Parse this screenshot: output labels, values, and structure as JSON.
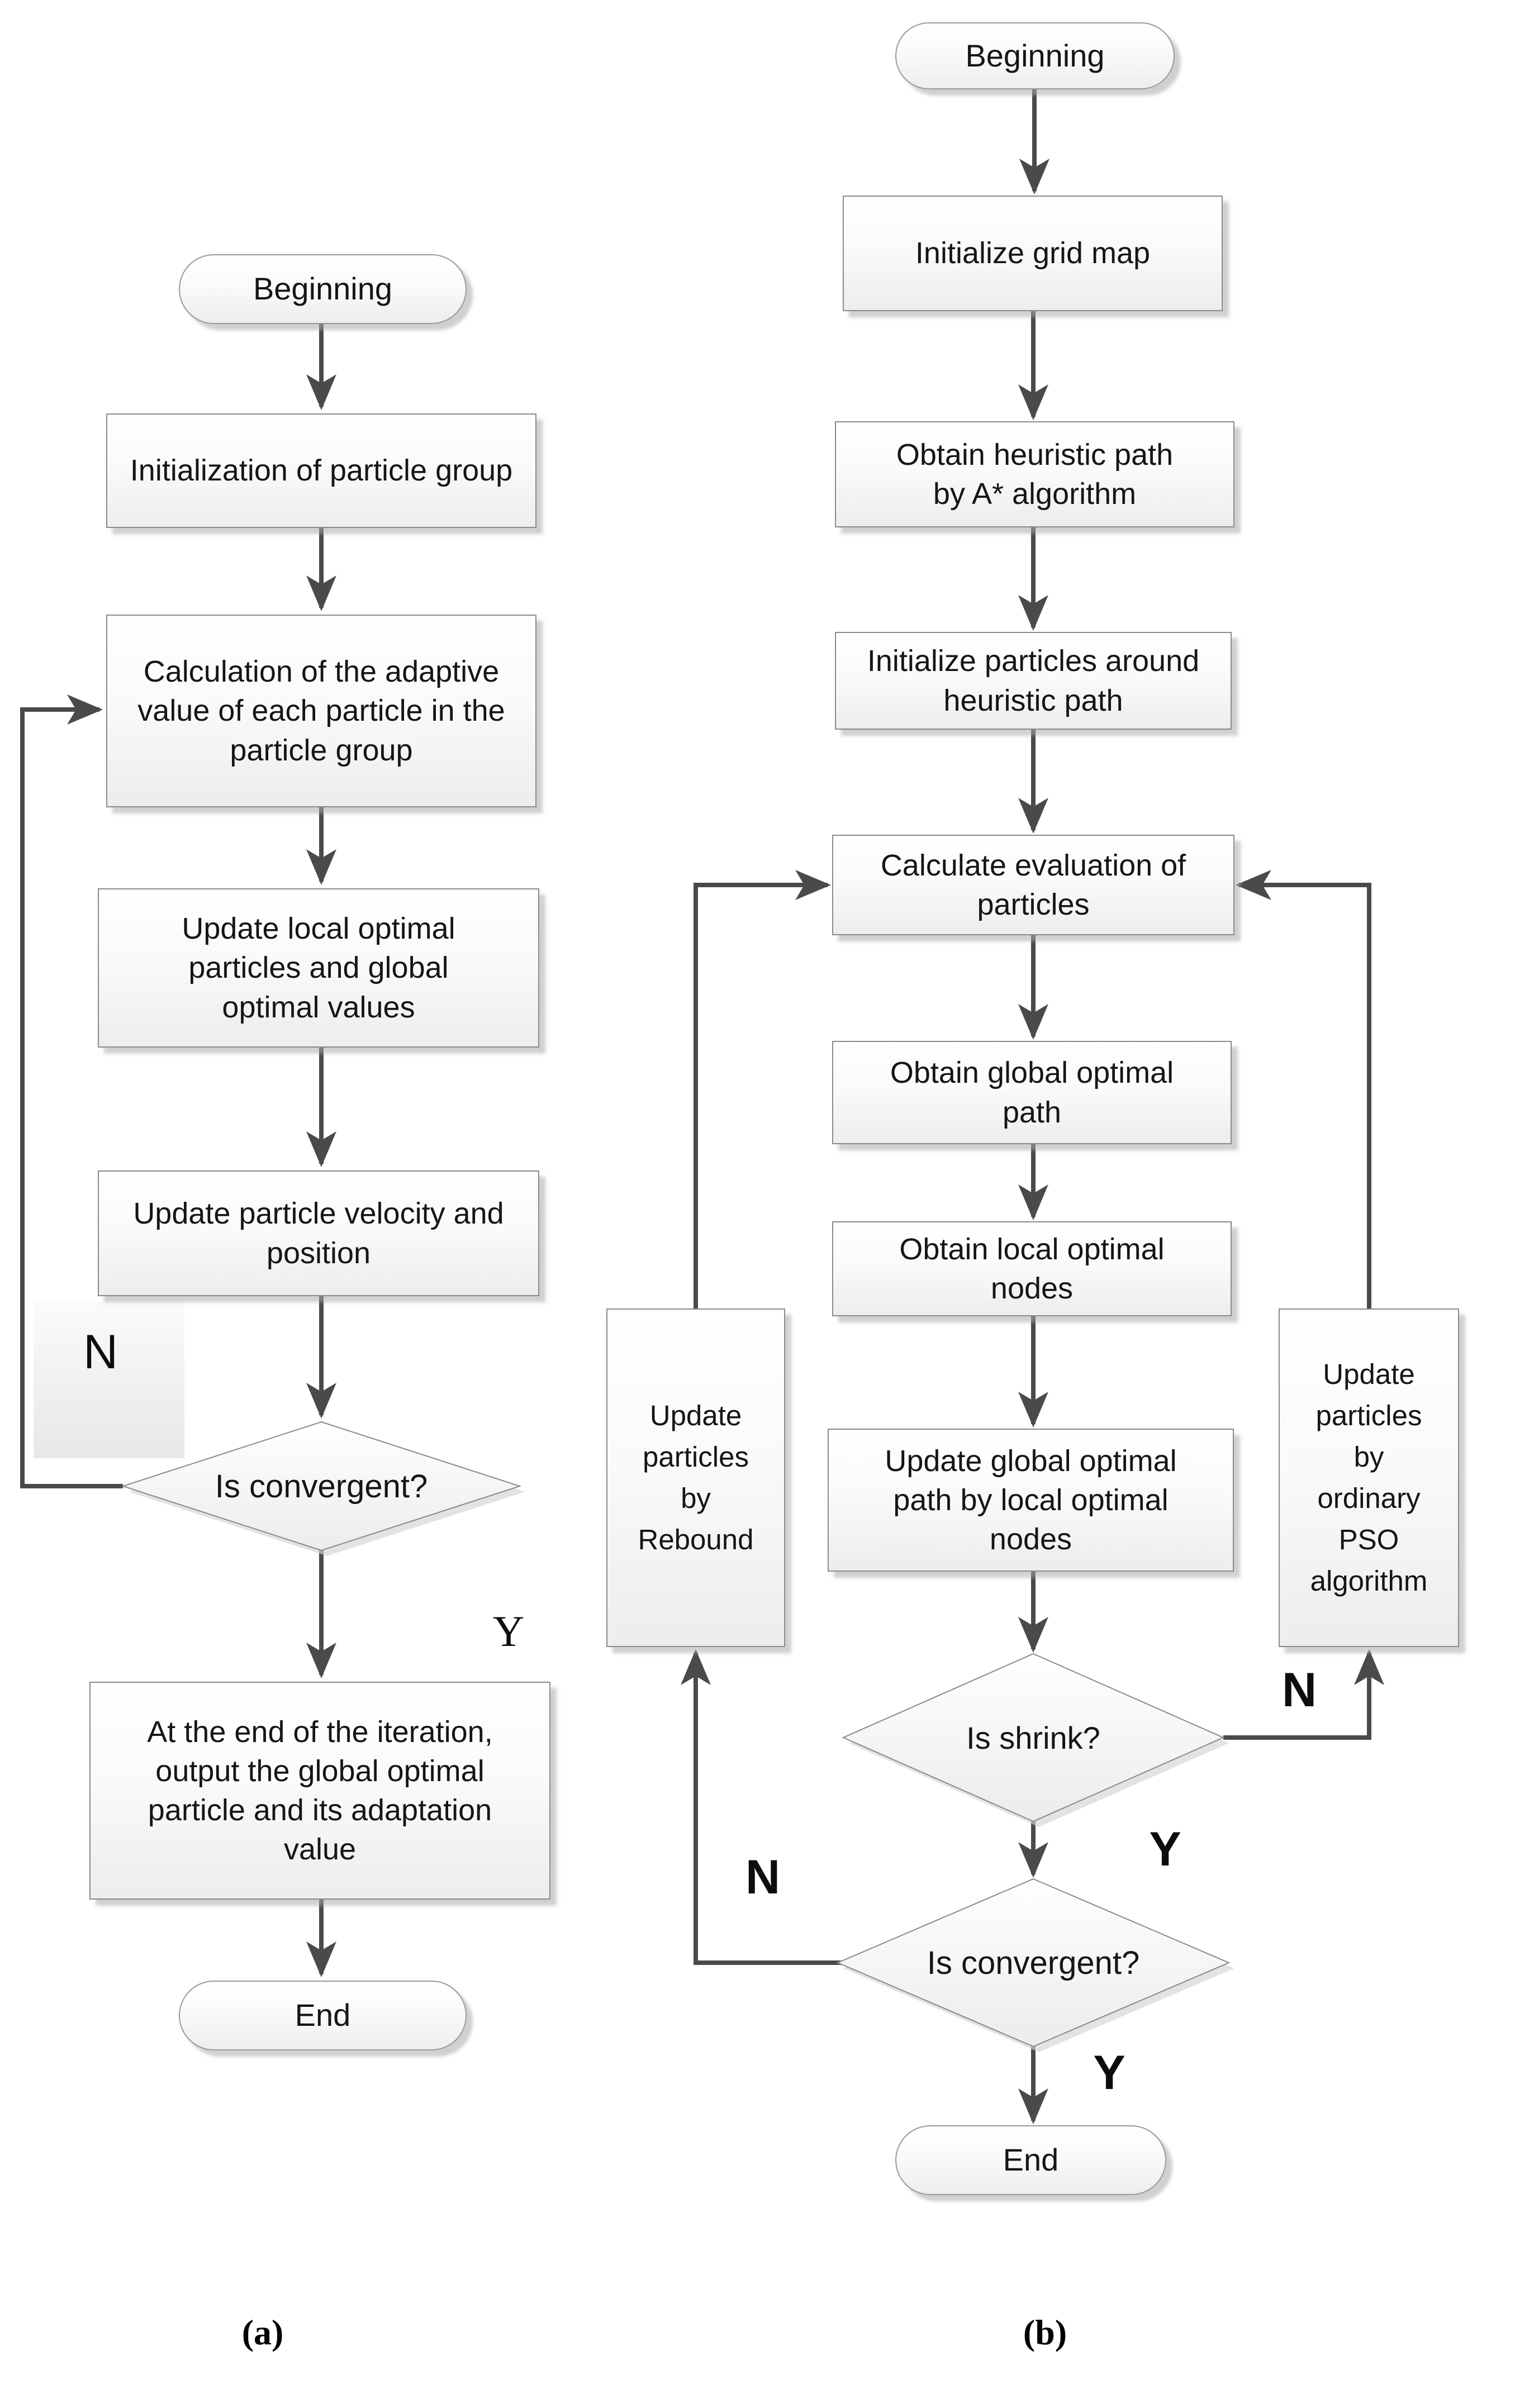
{
  "figure": {
    "left": {
      "caption": "(a)",
      "nodes": {
        "begin": "Beginning",
        "init": "Initialization of particle group",
        "calc": "Calculation of the adaptive value of each particle in the particle group",
        "update_local": "Update local optimal particles and global optimal values",
        "update_velocity": "Update particle velocity and position",
        "decision_convergent": "Is convergent?",
        "output": "At the end of the iteration, output the global optimal particle and its adaptation value",
        "end": "End"
      },
      "edge_labels": {
        "no": "N",
        "yes": "Y"
      }
    },
    "right": {
      "caption": "(b)",
      "nodes": {
        "begin": "Beginning",
        "init_grid": "Initialize grid map",
        "heuristic": "Obtain heuristic path by A* algorithm",
        "init_particles": "Initialize particles around heuristic path",
        "evaluate": "Calculate evaluation of particles",
        "global_path": "Obtain global optimal path",
        "local_nodes": "Obtain local optimal nodes",
        "update_global": "Update global optimal path by local optimal nodes",
        "decision_shrink": "Is shrink?",
        "rebound": "Update particles by Rebound",
        "pso": "Update particles by ordinary PSO algorithm",
        "decision_convergent": "Is convergent?",
        "end": "End"
      },
      "edge_labels": {
        "shrink_no": "N",
        "shrink_yes": "Y",
        "convergent_no": "N",
        "convergent_yes": "Y"
      }
    }
  }
}
